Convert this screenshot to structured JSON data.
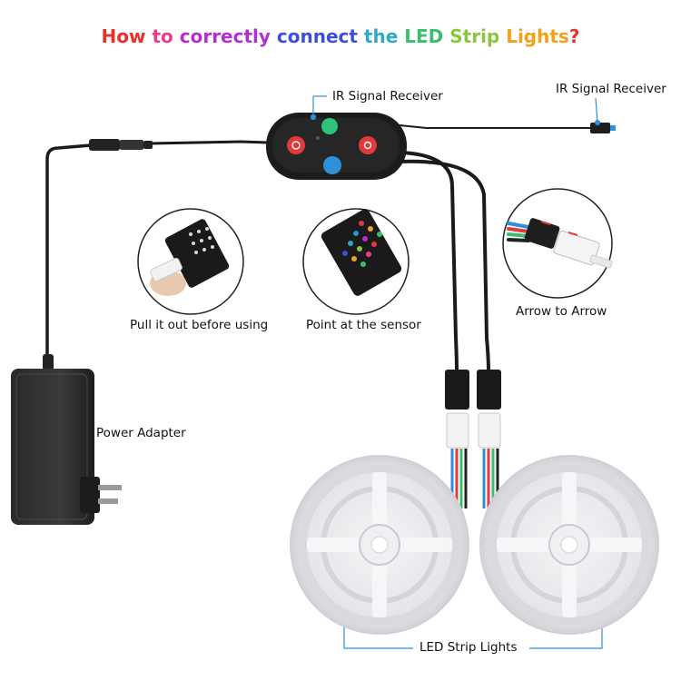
{
  "title": {
    "text": "How to correctly connect the LED Strip Lights?",
    "segments": [
      {
        "text": "How ",
        "color": "#e8312a"
      },
      {
        "text": "to ",
        "color": "#ee3a8c"
      },
      {
        "text": "correctly ",
        "color": "#b12fd0"
      },
      {
        "text": "connect ",
        "color": "#3c4fd6"
      },
      {
        "text": "the ",
        "color": "#2aa9c8"
      },
      {
        "text": "LED ",
        "color": "#3bbf6d"
      },
      {
        "text": "Strip ",
        "color": "#8cc63f"
      },
      {
        "text": "Lights",
        "color": "#f0a21a"
      },
      {
        "text": "?",
        "color": "#e8312a"
      }
    ]
  },
  "labels": {
    "ir_receiver_controller": "IR Signal Receiver",
    "ir_receiver_end": "IR Signal Receiver",
    "pull_out": "Pull it out before using",
    "point_sensor": "Point at the sensor",
    "arrow_to_arrow": "Arrow to Arrow",
    "power_adapter": "Power Adapter",
    "led_strip_lights": "LED Strip Lights"
  },
  "colors": {
    "callout_blue": "#2f8fd8",
    "cable": "#1b1b1b",
    "reel": "#e9e9ec"
  },
  "icons": [
    "power-icon",
    "mode-icon",
    "speed-icon",
    "brightness-icon"
  ]
}
